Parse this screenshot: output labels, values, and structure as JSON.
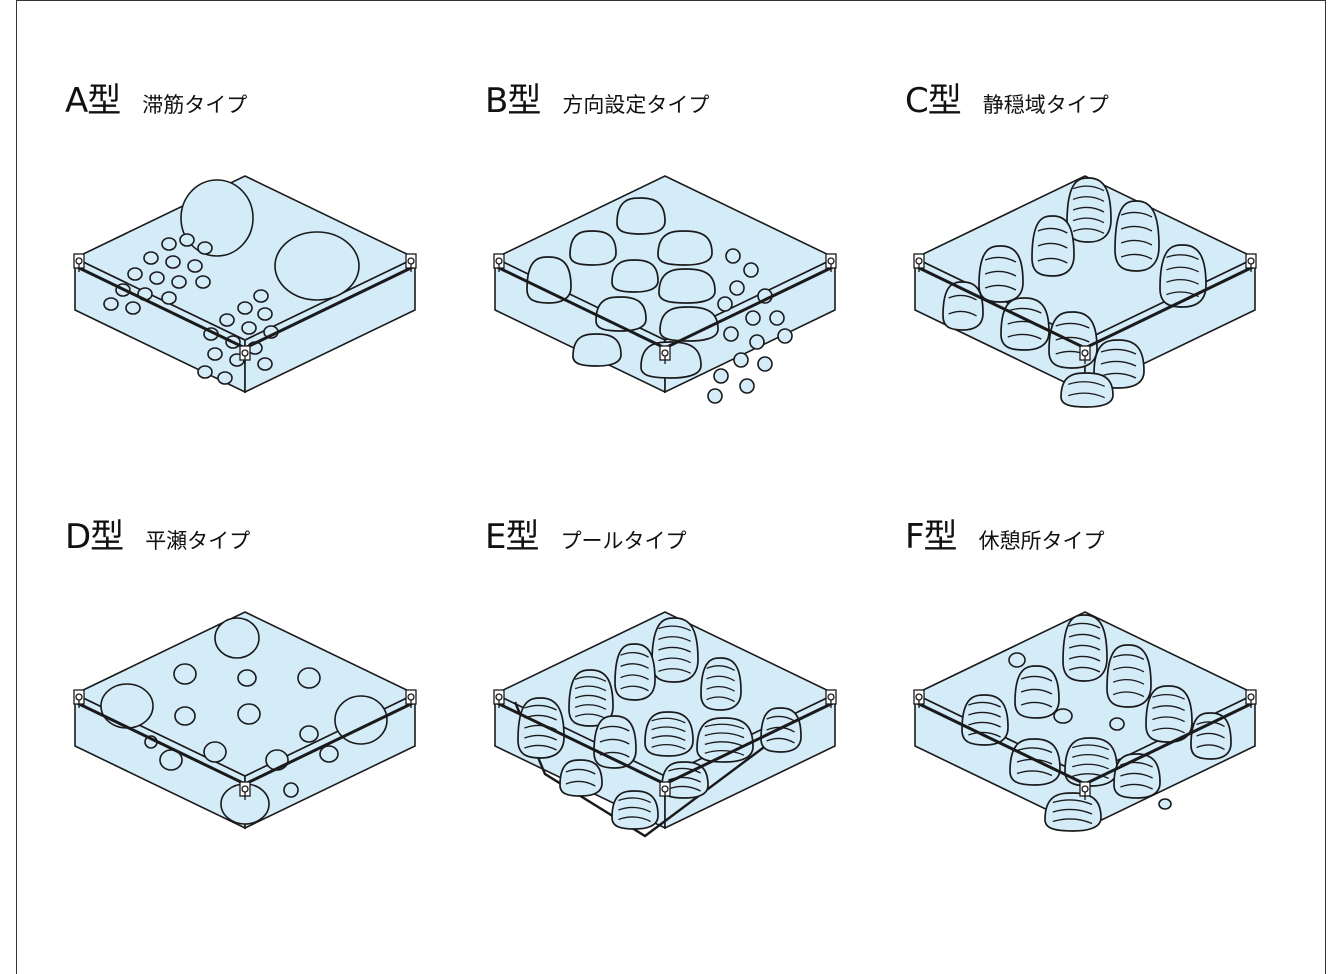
{
  "colors": {
    "fill": "#d4ebf8",
    "stroke": "#1a1a1a"
  },
  "panels": [
    {
      "letter": "A型",
      "subtitle": "滞筋タイプ",
      "pattern": "scattered-small-stones"
    },
    {
      "letter": "B型",
      "subtitle": "方向設定タイプ",
      "pattern": "aligned-boulders"
    },
    {
      "letter": "C型",
      "subtitle": "静穏域タイプ",
      "pattern": "boulder-wall"
    },
    {
      "letter": "D型",
      "subtitle": "平瀬タイプ",
      "pattern": "sparse-stones"
    },
    {
      "letter": "E型",
      "subtitle": "プールタイプ",
      "pattern": "pool-rock-mound"
    },
    {
      "letter": "F型",
      "subtitle": "休憩所タイプ",
      "pattern": "resting-rock-mound"
    }
  ]
}
